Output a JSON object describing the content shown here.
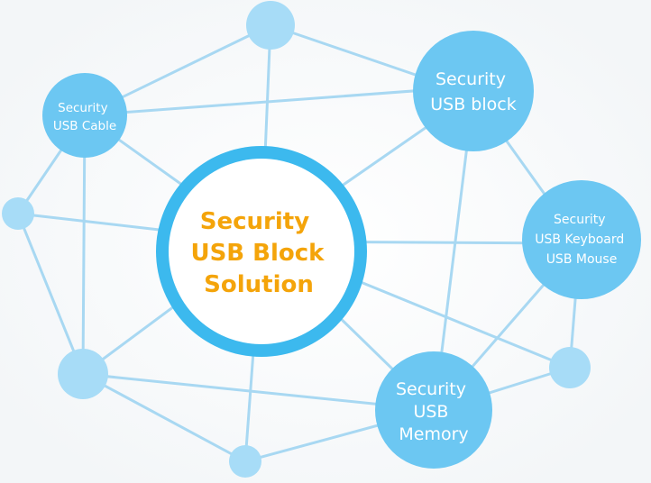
{
  "center": {
    "lines": [
      "Security",
      "USB Block",
      "Solution"
    ]
  },
  "nodes": {
    "usb_cable": {
      "lines": [
        "Security",
        "USB Cable"
      ]
    },
    "usb_block": {
      "lines": [
        "Security",
        "USB block"
      ]
    },
    "keyboard_mouse": {
      "lines": [
        "Security",
        "USB Keyboard",
        "USB Mouse"
      ]
    },
    "usb_memory": {
      "lines": [
        "Security",
        "USB",
        "Memory"
      ]
    }
  },
  "colors": {
    "line": "#a8d8f2",
    "node_fill": "#6cc7f2",
    "small_node_fill": "#a7dcf7",
    "center_ring": "#3cb9ee",
    "center_fill": "#ffffff",
    "center_text": "#f4a40a",
    "node_text": "#ffffff"
  }
}
